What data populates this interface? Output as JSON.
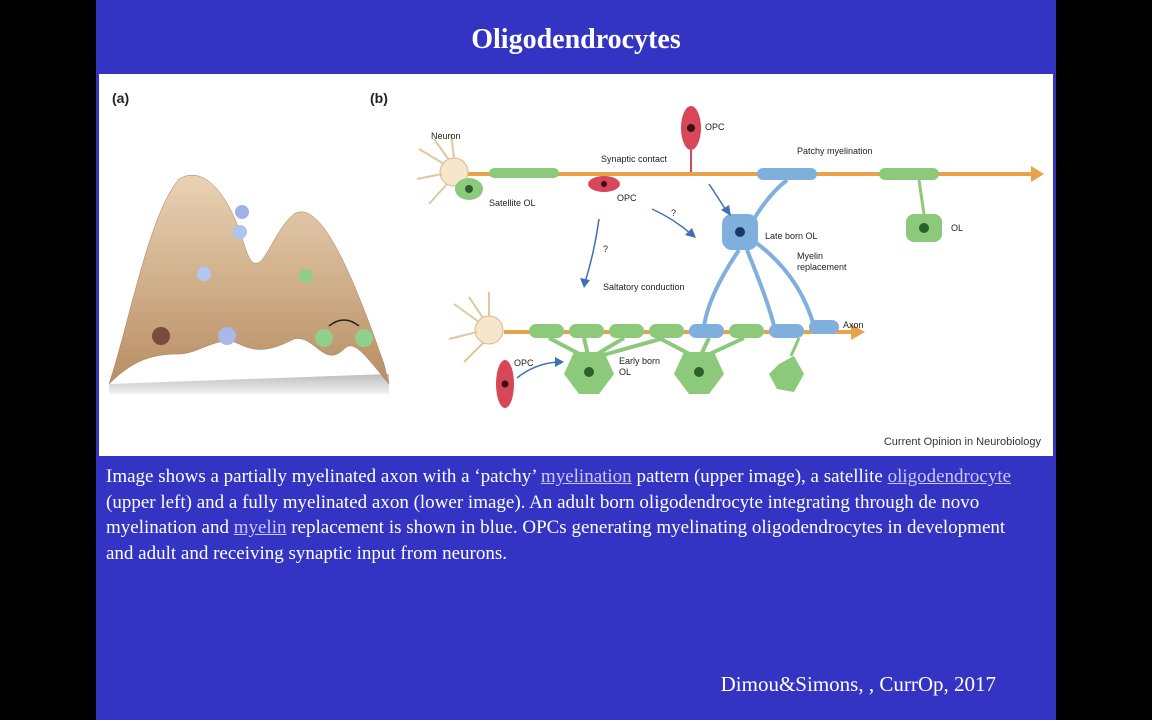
{
  "slide": {
    "title": "Oligodendrocytes"
  },
  "figure": {
    "panel_a_label": "(a)",
    "panel_b_label": "(b)",
    "credit": "Current Opinion in Neurobiology",
    "labels": {
      "neuron": "Neuron",
      "satellite_ol": "Satellite OL",
      "synaptic_contact": "Synaptic contact",
      "opc_top": "OPC",
      "opc_mid": "OPC",
      "opc_bottom": "OPC",
      "patchy_myelination": "Patchy myelination",
      "late_born_ol": "Late born OL",
      "myelin_replacement_1": "Myelin",
      "myelin_replacement_2": "replacement",
      "ol": "OL",
      "saltatory_conduction": "Saltatory conduction",
      "axon": "Axon",
      "early_born_ol_1": "Early born",
      "early_born_ol_2": "OL",
      "q1": "?",
      "q2": "?"
    },
    "colors": {
      "myelin_green": "#8cc97a",
      "late_born_blue": "#7fb0dd",
      "opc_red": "#d8465a",
      "axon_orange": "#e8a24a",
      "landscape_tan": "#d6b48e"
    }
  },
  "caption": {
    "p1": "Image shows a partially myelinated axon with a ‘patchy’ ",
    "link1": "myelination",
    "p2": " pattern (upper image), a satellite ",
    "link2": "oligodendrocyte",
    "p3": " (upper left) and a fully myelinated axon (lower image). An adult born oligodendrocyte integrating through de novo myelination and ",
    "link3": "myelin",
    "p4": " replacement is shown in blue. OPCs generating myelinating oligodendrocytes in development and adult and receiving synaptic input from neurons."
  },
  "citation": "Dimou&Simons, , CurrOp, 2017"
}
